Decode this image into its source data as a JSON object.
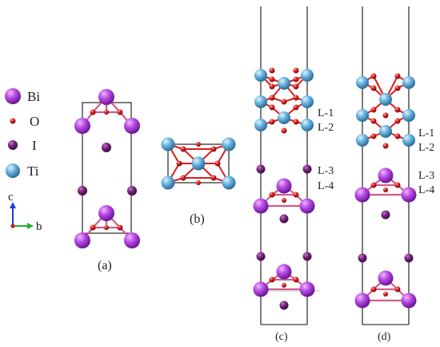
{
  "legend": {
    "items": [
      {
        "label": "Bi",
        "color": "#a238d8",
        "icon": "bi-atom-icon"
      },
      {
        "label": "O",
        "color": "#d81e1e",
        "icon": "o-atom-icon"
      },
      {
        "label": "I",
        "color": "#6e1f73",
        "icon": "i-atom-icon"
      },
      {
        "label": "Ti",
        "color": "#5fa8d8",
        "icon": "ti-atom-icon"
      }
    ]
  },
  "axes": {
    "c_label": "c",
    "b_label": "b"
  },
  "panels": {
    "a": {
      "caption": "(a)"
    },
    "b": {
      "caption": "(b)"
    },
    "c": {
      "caption": "(c)",
      "layer_labels": [
        "L-1",
        "L-2",
        "L-3",
        "L-4"
      ]
    },
    "d": {
      "caption": "(d)",
      "layer_labels": [
        "L-1",
        "L-2",
        "L-3",
        "L-4"
      ]
    }
  },
  "colors": {
    "bi": "#a238d8",
    "o": "#d81e1e",
    "i": "#6e1f73",
    "ti": "#5fa8d8",
    "frame": "#111111",
    "bi_o_bond": "#d05c8c"
  }
}
